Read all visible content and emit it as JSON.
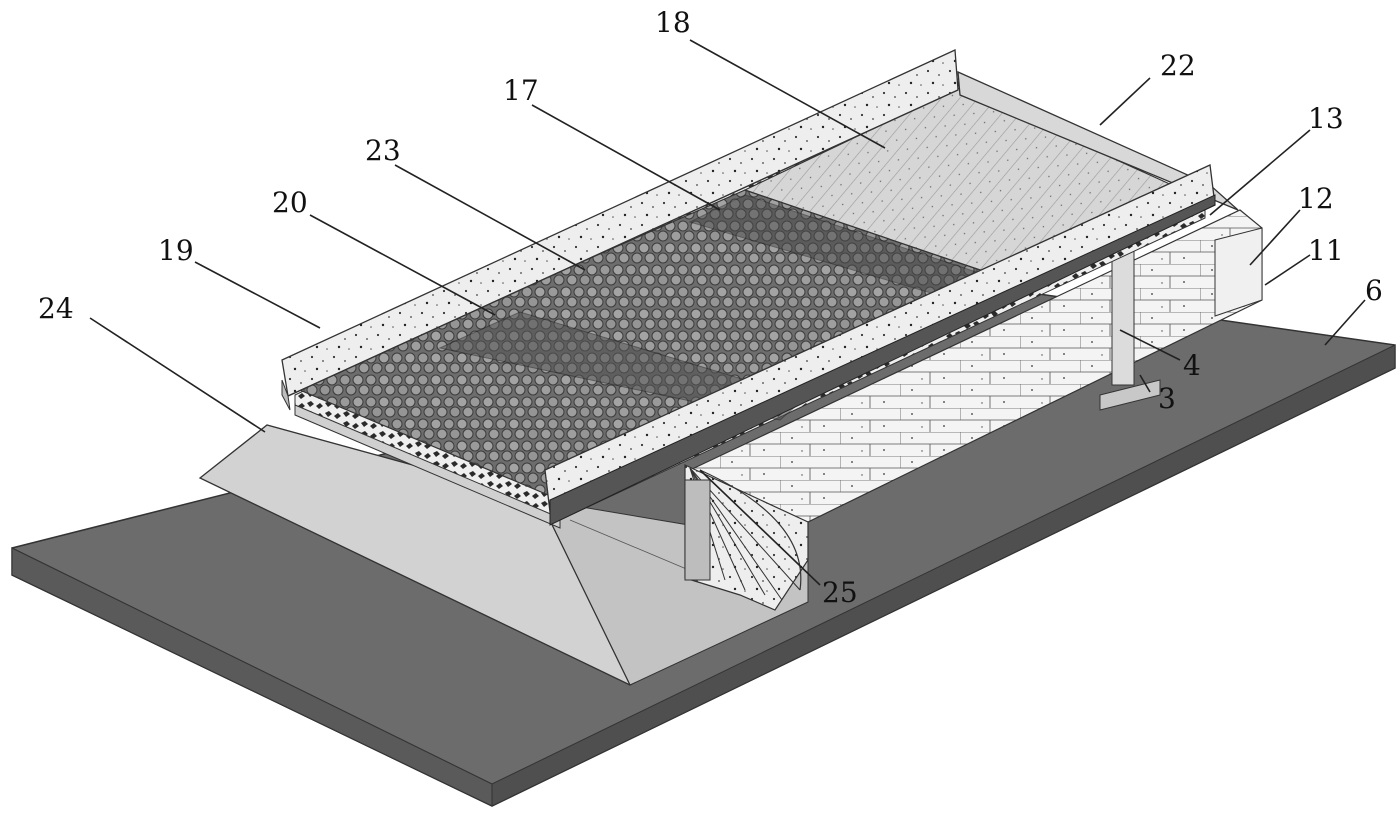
{
  "callouts": [
    {
      "id": "c18",
      "label": "18"
    },
    {
      "id": "c22",
      "label": "22"
    },
    {
      "id": "c17",
      "label": "17"
    },
    {
      "id": "c13",
      "label": "13"
    },
    {
      "id": "c23",
      "label": "23"
    },
    {
      "id": "c12",
      "label": "12"
    },
    {
      "id": "c20",
      "label": "20"
    },
    {
      "id": "c11",
      "label": "11"
    },
    {
      "id": "c19",
      "label": "19"
    },
    {
      "id": "c6",
      "label": "6"
    },
    {
      "id": "c24",
      "label": "24"
    },
    {
      "id": "c4",
      "label": "4"
    },
    {
      "id": "c3",
      "label": "3"
    },
    {
      "id": "c25",
      "label": "25"
    }
  ]
}
